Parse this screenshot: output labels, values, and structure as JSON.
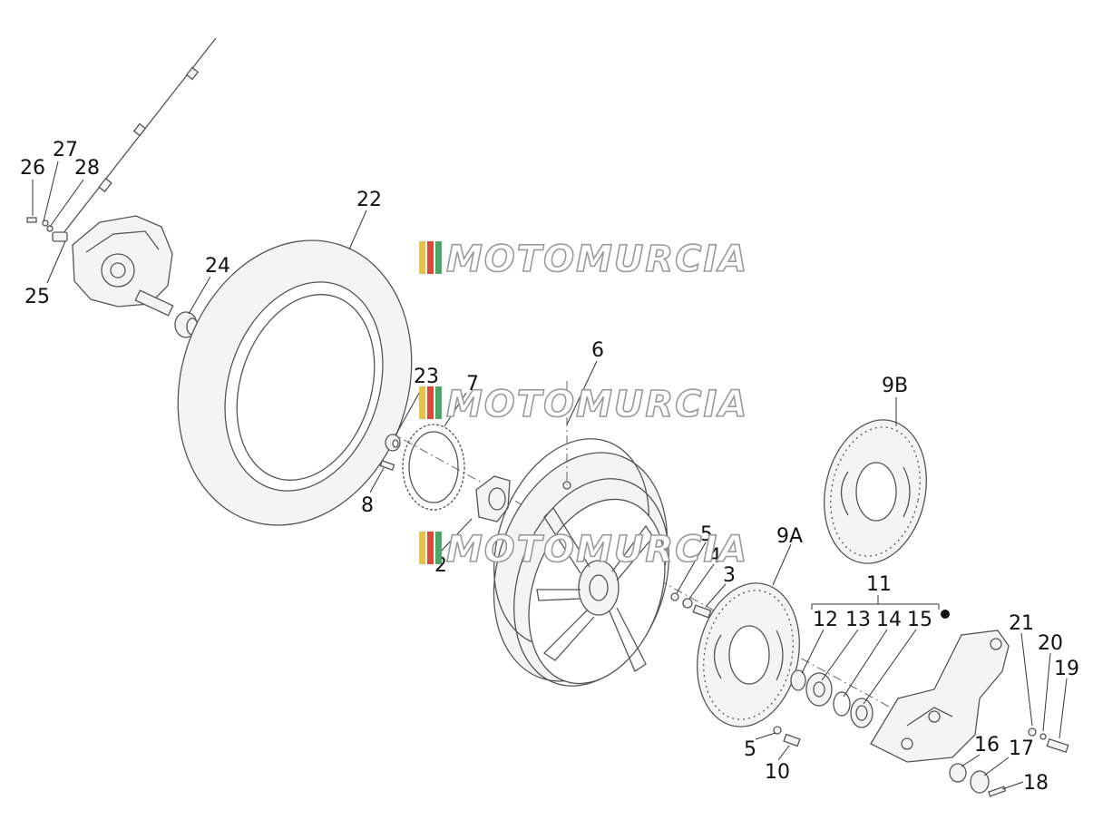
{
  "watermark": {
    "text": "MOTOMURCIA",
    "stripe_colors": [
      "#e8c24a",
      "#d94a3a",
      "#4aa864"
    ]
  },
  "callouts": [
    {
      "id": "26",
      "label": "26"
    },
    {
      "id": "27",
      "label": "27"
    },
    {
      "id": "28",
      "label": "28"
    },
    {
      "id": "25",
      "label": "25"
    },
    {
      "id": "24",
      "label": "24"
    },
    {
      "id": "22",
      "label": "22"
    },
    {
      "id": "23",
      "label": "23"
    },
    {
      "id": "7",
      "label": "7"
    },
    {
      "id": "8",
      "label": "8"
    },
    {
      "id": "2",
      "label": "2"
    },
    {
      "id": "6",
      "label": "6"
    },
    {
      "id": "9B",
      "label": "9B"
    },
    {
      "id": "5a",
      "label": "5"
    },
    {
      "id": "4",
      "label": "4"
    },
    {
      "id": "3",
      "label": "3"
    },
    {
      "id": "9A",
      "label": "9A"
    },
    {
      "id": "11",
      "label": "11"
    },
    {
      "id": "12",
      "label": "12"
    },
    {
      "id": "13",
      "label": "13"
    },
    {
      "id": "14",
      "label": "14"
    },
    {
      "id": "15",
      "label": "15"
    },
    {
      "id": "21",
      "label": "21"
    },
    {
      "id": "20",
      "label": "20"
    },
    {
      "id": "19",
      "label": "19"
    },
    {
      "id": "5b",
      "label": "5"
    },
    {
      "id": "10",
      "label": "10"
    },
    {
      "id": "16",
      "label": "16"
    },
    {
      "id": "17",
      "label": "17"
    },
    {
      "id": "18",
      "label": "18"
    }
  ]
}
